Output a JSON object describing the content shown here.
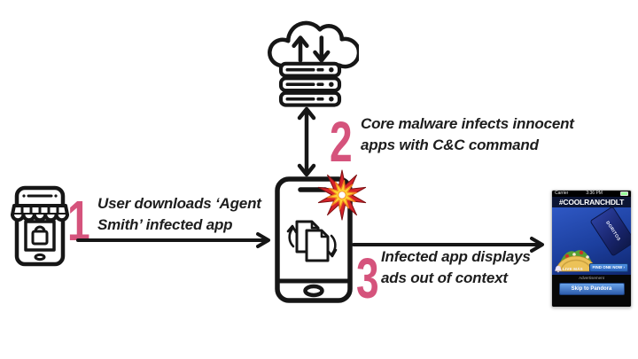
{
  "steps": [
    {
      "number": "1",
      "line1": "User downloads ‘Agent",
      "line2": "Smith’ infected app"
    },
    {
      "number": "2",
      "line1": "Core malware infects innocent",
      "line2": "apps with C&C command"
    },
    {
      "number": "3",
      "line1": "Infected app displays",
      "line2": "ads out of context"
    }
  ],
  "icons": {
    "cloud_sync_server": "cloud-upload-download-over-server-stack",
    "app_store": "storefront-phone-with-shopping-bag",
    "infected_phone": "smartphone-with-replicating-files",
    "malware_burst": "red-yellow-explosion-starburst",
    "step1_arrow": "right-arrow",
    "cc_arrow": "vertical-double-headed-arrow",
    "step3_arrow": "right-arrow"
  },
  "ad_phone": {
    "carrier": "Carrier",
    "time": "3:36 PM",
    "headline": "#COOLRANCHDLT",
    "bag_label": "DORITOS",
    "brand": "LIVE MÁS",
    "cta_button": "FIND ONE NOW ›",
    "ad_label": "Advertisement",
    "skip_button": "Skip to Pandora"
  },
  "colors": {
    "accent_pink": "#d5537c",
    "ink": "#1d1d1d",
    "burst_red": "#d6232a",
    "burst_yellow": "#ffd231",
    "ad_blue": "#1c3f9e",
    "button_blue": "#3a78cc"
  }
}
